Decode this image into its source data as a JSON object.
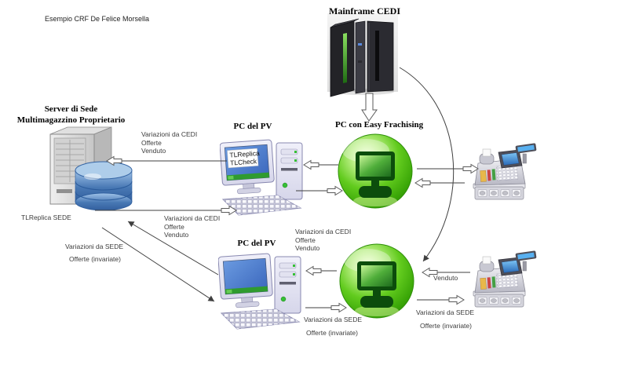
{
  "note": "Esempio CRF De Felice Morsella",
  "nodes": {
    "mainframe": {
      "title": "Mainframe CEDI"
    },
    "server": {
      "title1": "Server di Sede",
      "title2": "Multimagazzino Proprietario",
      "caption": "TLReplica SEDE"
    },
    "pc1": {
      "title": "PC del PV",
      "screen1": "TLReplica",
      "screen2": "TLCheck"
    },
    "easy_franchising": {
      "title": "PC con Easy Frachising"
    },
    "pc2": {
      "title": "PC del PV"
    }
  },
  "flows": {
    "cedi": {
      "line1": "Variazioni da CEDI",
      "line2": "Offerte",
      "line3": "Venduto"
    },
    "sede": {
      "line1": "Variazioni da SEDE",
      "line2": "Offerte (invariate)"
    },
    "venduto": "Venduto"
  },
  "colors": {
    "orb_green": "#46b50c",
    "glyph_green": "#0c4d0c",
    "db_blue": "#4878b4",
    "screen_blue": "#4a7fd0",
    "mainframe_stripe": "#5abf3c",
    "line": "#3f3f3f"
  }
}
